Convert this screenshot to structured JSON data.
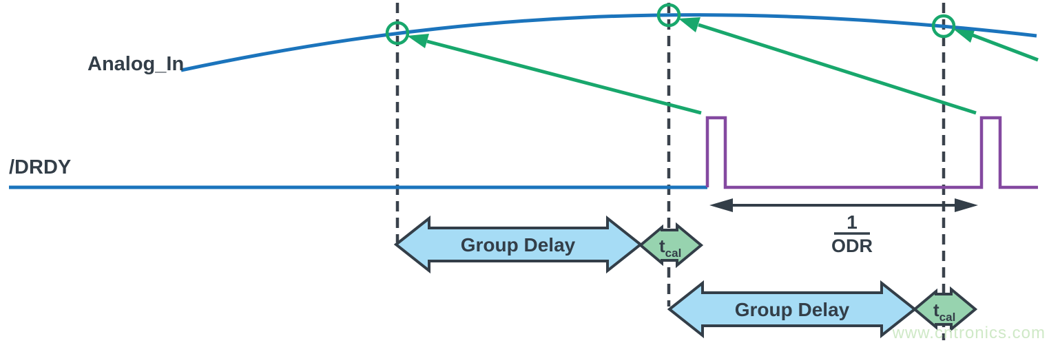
{
  "figure": {
    "signals": [
      {
        "label": "Analog_In"
      },
      {
        "label": "/DRDY"
      }
    ],
    "annotations": {
      "group_delay_labels": [
        "Group Delay",
        "Group Delay"
      ],
      "tcal_labels": [
        {
          "base": "t",
          "sub": "cal"
        },
        {
          "base": "t",
          "sub": "cal"
        }
      ],
      "odr_fraction": {
        "numerator": "1",
        "denominator": "ODR"
      }
    },
    "watermark": "www.cntronics.com",
    "colors": {
      "signal-blue": "#1b74bc",
      "pulse-purple": "#8449a0",
      "marker-green": "#18a76c",
      "delay-fill-blue": "#a6dcf5",
      "tcal-fill-green": "#97d3af",
      "outline-navy": "#333e48",
      "dash-gray": "#3a424c",
      "watermark-green": "#cfe9c7"
    }
  }
}
